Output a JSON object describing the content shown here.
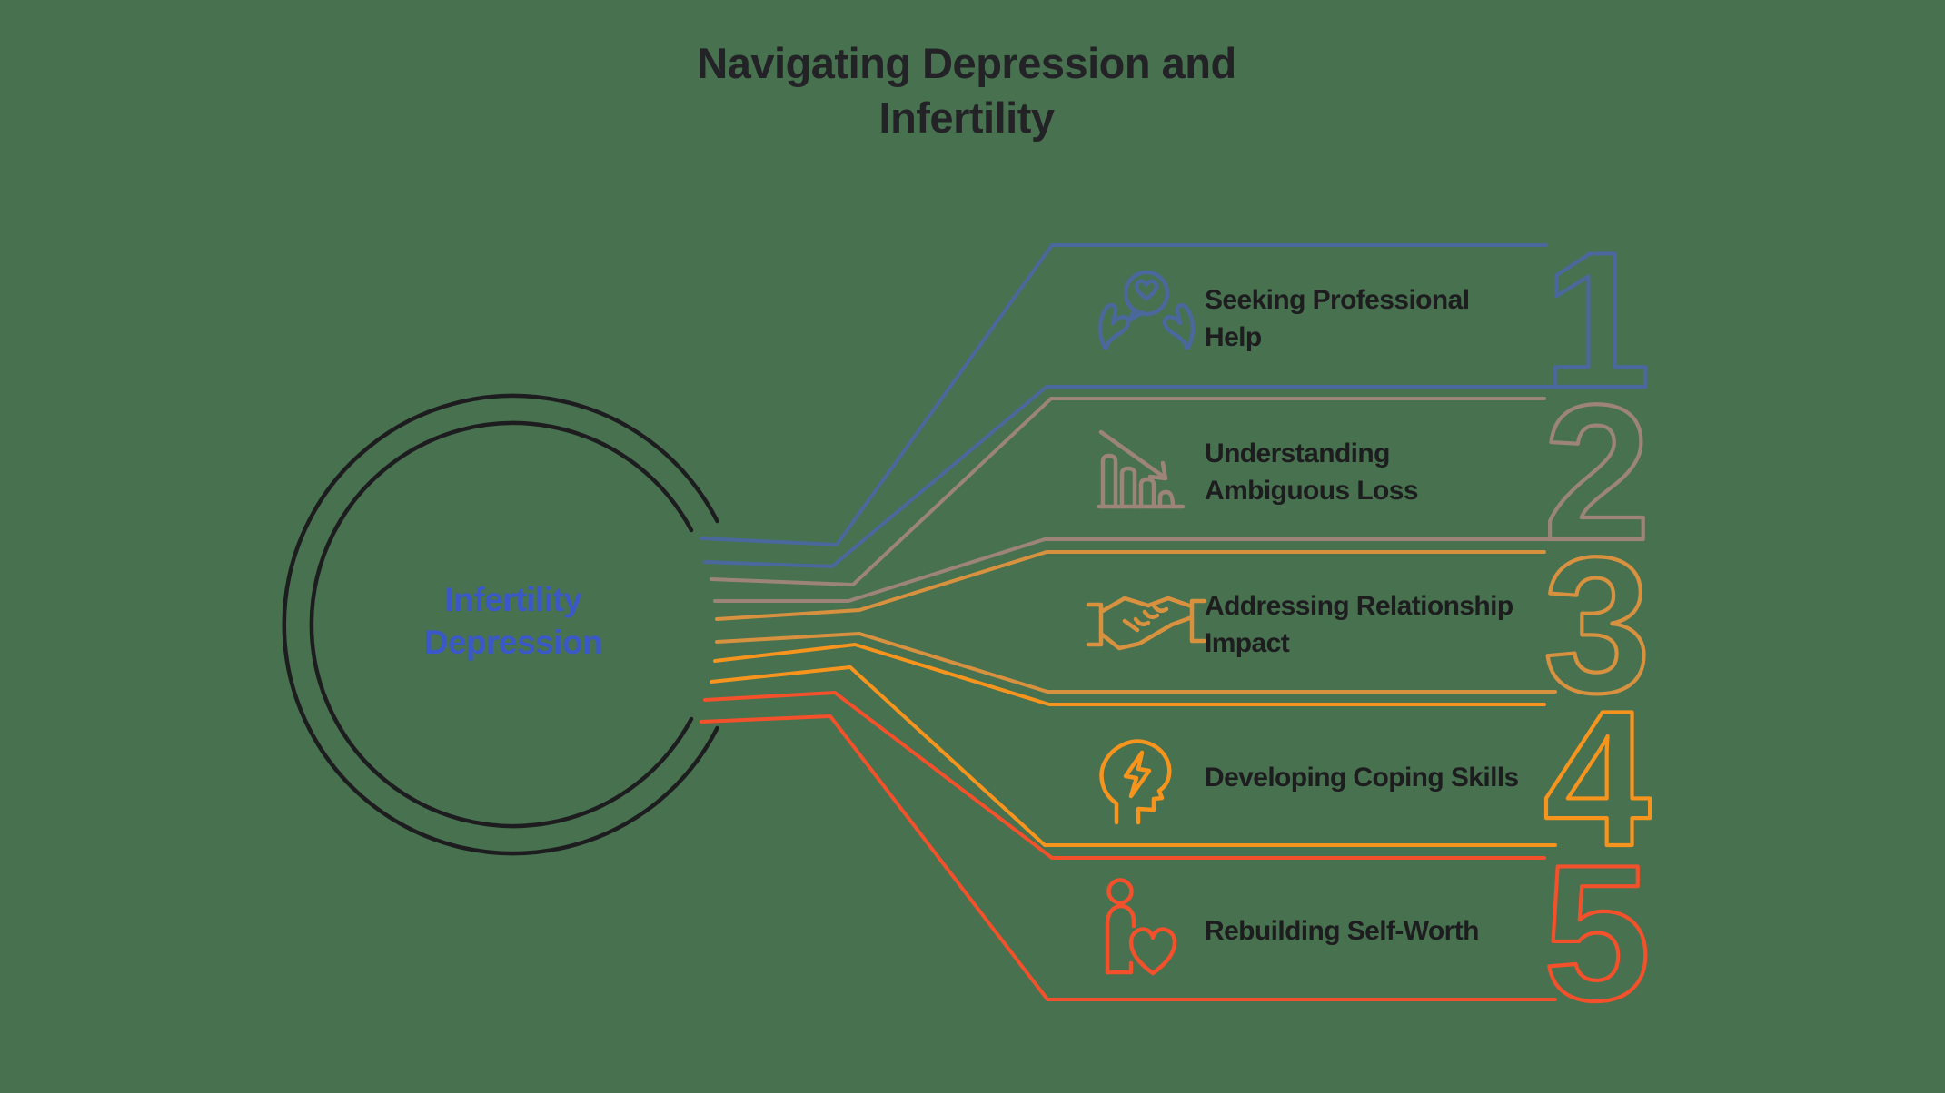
{
  "background_color": "#48714f",
  "title": "Navigating Depression and\nInfertility",
  "center": {
    "label": "Infertility\nDepression",
    "label_color": "#3a58c8",
    "ring_color": "#1d1d20"
  },
  "steps": [
    {
      "number": "1",
      "label": "Seeking Professional\nHelp",
      "color": "#4b689d",
      "icon": "hands-holding-heart-icon"
    },
    {
      "number": "2",
      "label": "Understanding\nAmbiguous Loss",
      "color": "#9c8578",
      "icon": "declining-bar-chart-icon"
    },
    {
      "number": "3",
      "label": "Addressing Relationship\nImpact",
      "color": "#d8913f",
      "icon": "handshake-icon"
    },
    {
      "number": "4",
      "label": "Developing Coping Skills",
      "color": "#f7941e",
      "icon": "head-lightning-icon"
    },
    {
      "number": "5",
      "label": "Rebuilding Self-Worth",
      "color": "#f2512b",
      "icon": "person-heart-icon"
    }
  ]
}
